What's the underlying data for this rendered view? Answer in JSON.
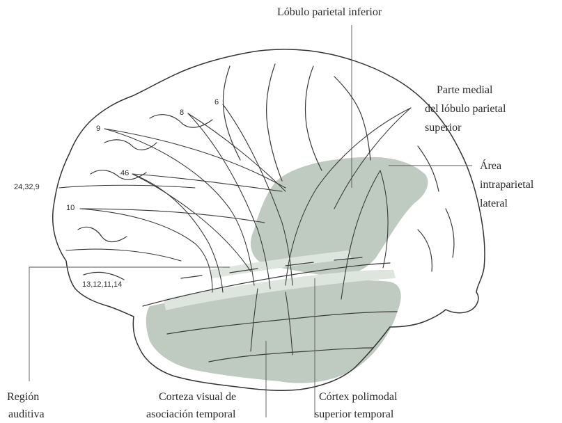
{
  "labels": {
    "inferior_parietal": "Lóbulo parietal inferior",
    "medial_superior_parietal": [
      "Parte medial",
      "del lóbulo parietal",
      "superior"
    ],
    "lateral_intraparietal": [
      "Área",
      "intraparietal",
      "lateral"
    ],
    "auditory": [
      "Región",
      "auditiva"
    ],
    "temporal_visual": [
      "Corteza visual de",
      "asociación temporal"
    ],
    "polymodal": [
      "Córtex polimodal",
      "superior temporal"
    ]
  },
  "area_numbers": {
    "a6": "6",
    "a8": "8",
    "a9": "9",
    "a46": "46",
    "a24_32_9": "24,32,9",
    "a10": "10",
    "a13_12_11_14": "13,12,11,14"
  },
  "colors": {
    "region_fill": "#bfcbc0",
    "region_light": "#dde5de",
    "line": "#333333"
  }
}
